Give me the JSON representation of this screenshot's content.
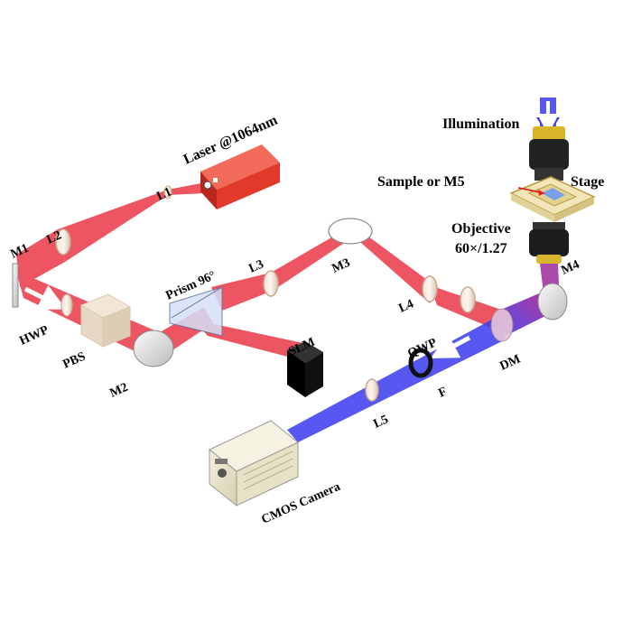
{
  "labels": {
    "laser": "Laser @1064nm",
    "l1": "L1",
    "l2": "L2",
    "m1": "M1",
    "hwp": "HWP",
    "pbs": "PBS",
    "m2": "M2",
    "prism": "Prism 96°",
    "l3": "L3",
    "slm": "SLM",
    "m3": "M3",
    "l4": "L4",
    "qwp": "QWP",
    "dm": "DM",
    "f": "F",
    "l5": "L5",
    "cmos": "CMOS Camera",
    "illumination": "Illumination",
    "sample": "Sample or M5",
    "stage": "Stage",
    "objective": "Objective",
    "objective_spec": "60×/1.27",
    "m4": "M4"
  },
  "colors": {
    "laser_beam": "#e8303f",
    "imaging_beam": "#3a3af0",
    "laser_body": "#e23a2a"
  }
}
